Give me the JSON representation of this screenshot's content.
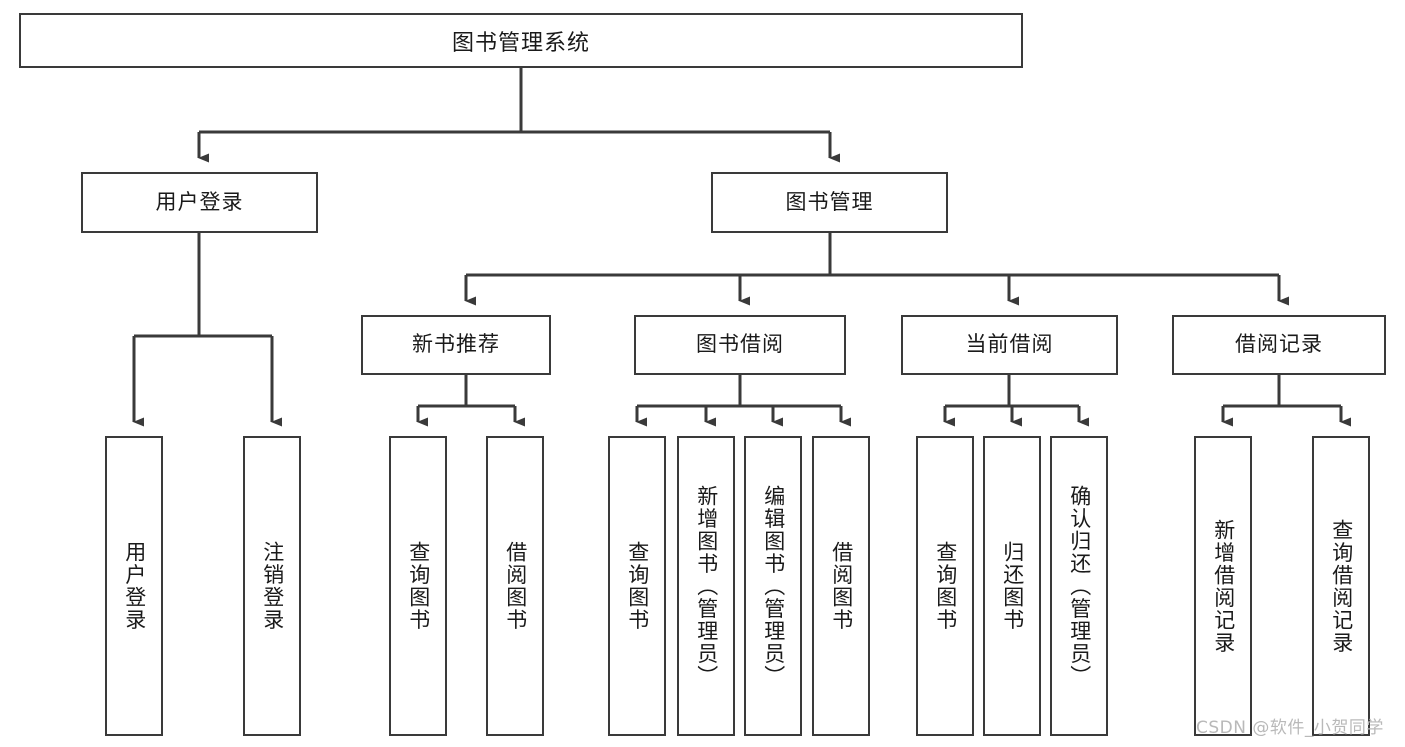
{
  "diagram": {
    "type": "tree",
    "title": "图书管理系统",
    "watermark": "CSDN @软件_小贺同学",
    "colors": {
      "stroke": "#3a3a3a",
      "fill": "#ffffff",
      "text": "#1a1a1a",
      "watermark": "#b9b9b9"
    },
    "root": {
      "label": "图书管理系统"
    },
    "level1": [
      {
        "label": "用户登录"
      },
      {
        "label": "图书管理"
      }
    ],
    "level2": [
      {
        "label": "新书推荐"
      },
      {
        "label": "图书借阅"
      },
      {
        "label": "当前借阅"
      },
      {
        "label": "借阅记录"
      }
    ],
    "leaves": {
      "user_login": [
        {
          "label": "用户登录"
        },
        {
          "label": "注销登录"
        }
      ],
      "new_book": [
        {
          "label": "查询图书"
        },
        {
          "label": "借阅图书"
        }
      ],
      "borrow_book": [
        {
          "label": "查询图书"
        },
        {
          "label": "新增图书（管理员）"
        },
        {
          "label": "编辑图书（管理员）"
        },
        {
          "label": "借阅图书"
        }
      ],
      "current_borrow": [
        {
          "label": "查询图书"
        },
        {
          "label": "归还图书"
        },
        {
          "label": "确认归还（管理员）"
        }
      ],
      "borrow_record": [
        {
          "label": "新增借阅记录"
        },
        {
          "label": "查询借阅记录"
        }
      ]
    }
  }
}
